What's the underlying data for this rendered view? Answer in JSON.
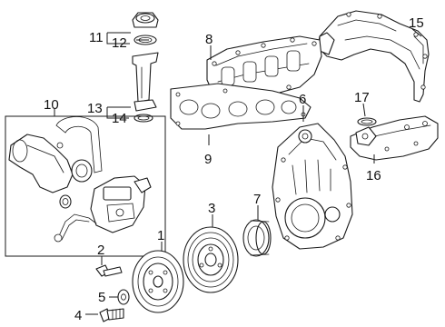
{
  "diagram": {
    "callouts": [
      {
        "id": "1",
        "text": "1"
      },
      {
        "id": "2",
        "text": "2"
      },
      {
        "id": "3",
        "text": "3"
      },
      {
        "id": "4",
        "text": "4"
      },
      {
        "id": "5",
        "text": "5"
      },
      {
        "id": "6",
        "text": "6"
      },
      {
        "id": "7",
        "text": "7"
      },
      {
        "id": "8",
        "text": "8"
      },
      {
        "id": "9",
        "text": "9"
      },
      {
        "id": "10",
        "text": "10"
      },
      {
        "id": "11",
        "text": "11"
      },
      {
        "id": "12",
        "text": "12"
      },
      {
        "id": "13",
        "text": "13"
      },
      {
        "id": "14",
        "text": "14"
      },
      {
        "id": "15",
        "text": "15"
      },
      {
        "id": "16",
        "text": "16"
      },
      {
        "id": "17",
        "text": "17"
      }
    ]
  },
  "colors": {
    "line": "#1a1a1a",
    "background": "#ffffff"
  }
}
